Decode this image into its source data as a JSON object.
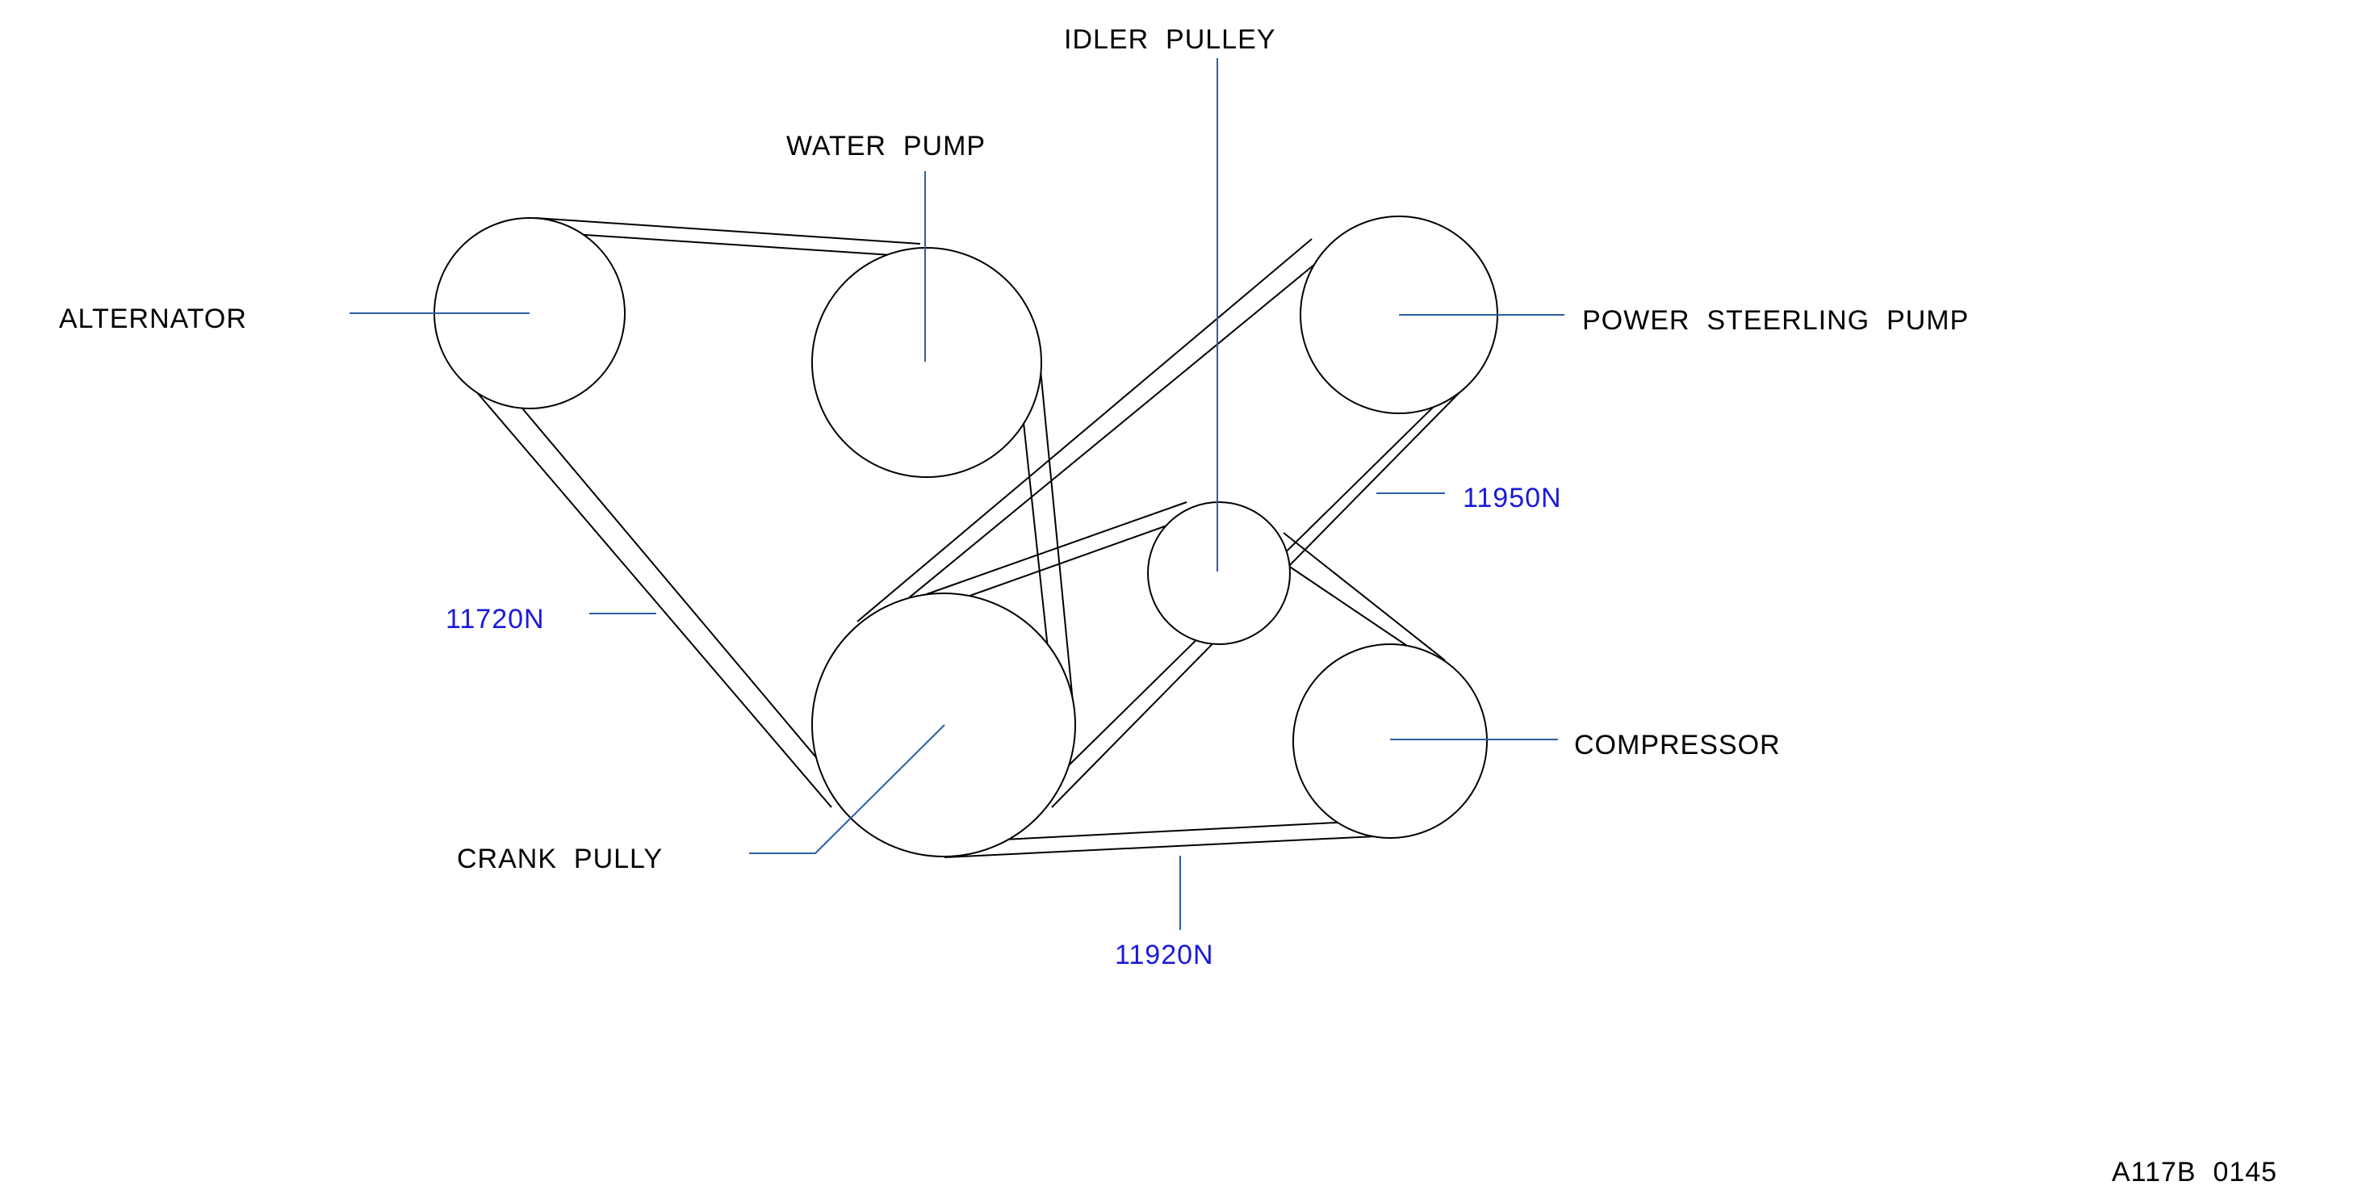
{
  "labels": {
    "idler_pulley": "IDLER  PULLEY",
    "water_pump": "WATER  PUMP",
    "alternator": "ALTERNATOR",
    "power_steering_pump": "POWER  STEERLING  PUMP",
    "compressor": "COMPRESSOR",
    "crank_pulley": "CRANK  PULLY"
  },
  "part_numbers": {
    "belt_left": "11720N",
    "belt_right": "11950N",
    "belt_bottom": "11920N"
  },
  "drawing_code": "A117B  0145",
  "colors": {
    "line": "#000000",
    "leader": "#2b5ea7",
    "part_number": "#1a1adb"
  }
}
